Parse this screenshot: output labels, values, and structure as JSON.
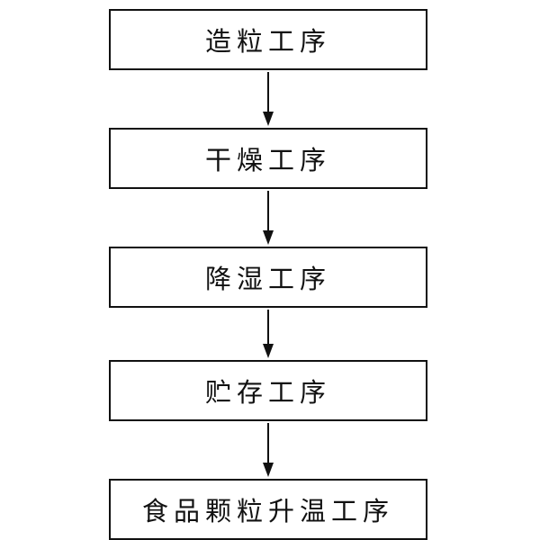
{
  "flowchart": {
    "steps": [
      {
        "label": "造粒工序"
      },
      {
        "label": "干燥工序"
      },
      {
        "label": "降湿工序"
      },
      {
        "label": "贮存工序"
      },
      {
        "label": "食品颗粒升温工序"
      }
    ],
    "colors": {
      "stroke": "#111111",
      "background": "#ffffff"
    }
  }
}
